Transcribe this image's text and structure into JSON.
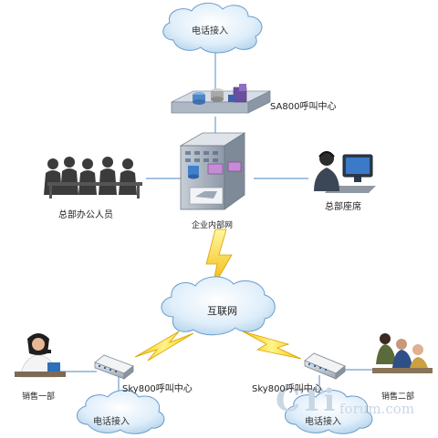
{
  "clouds": {
    "top": "电话接入",
    "internet": "互联网",
    "left_bottom": "电话接入",
    "right_bottom": "电话接入"
  },
  "nodes": {
    "sa800": "SA800呼叫中心",
    "hq_office": "总部办公人员",
    "intranet": "企业内部网",
    "hq_agent": "总部座席",
    "sky800_left": "Sky800呼叫中心",
    "sky800_right": "Sky800呼叫中心",
    "sales_dept_1": "销售一部",
    "sales_dept_2": "销售二部"
  },
  "watermark": {
    "big": "CTi",
    "small": "forum.com"
  }
}
